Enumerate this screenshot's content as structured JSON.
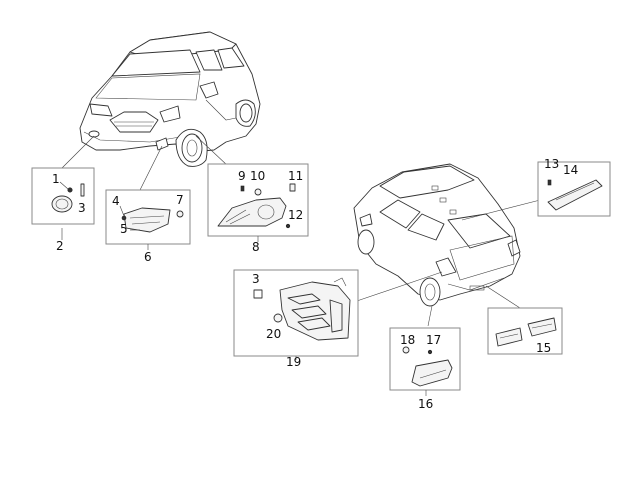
{
  "diagram": {
    "labels": {
      "p1": "1",
      "p2": "2",
      "p3a": "3",
      "p3b": "3",
      "p4": "4",
      "p5": "5",
      "p6": "6",
      "p7": "7",
      "p8": "8",
      "p9": "9",
      "p10": "10",
      "p11": "11",
      "p12": "12",
      "p13": "13",
      "p14": "14",
      "p15": "15",
      "p16": "16",
      "p17": "17",
      "p18": "18",
      "p19": "19",
      "p20": "20"
    }
  }
}
